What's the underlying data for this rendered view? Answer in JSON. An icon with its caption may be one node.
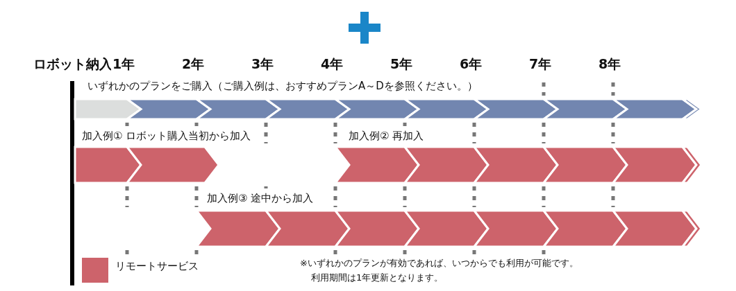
{
  "diagram": {
    "labels": [
      "ロボット納入",
      "1年",
      "2年",
      "3年",
      "4年",
      "5年",
      "6年",
      "7年",
      "8年",
      "いずれかのプランをご購入（ご購入例は、おすすめプランA～Dを参照ください。）",
      "加入例① ロボット購入当初から加入",
      "加入例② 再加入",
      "加入例③ 途中から加入",
      "※いずれかのプランが有効であれば、いつからでも利用が可能です。",
      "利用期間は1年更新となります。"
    ],
    "legend": [
      {
        "text": "リモートサービス",
        "color": "#cd636b"
      }
    ]
  }
}
